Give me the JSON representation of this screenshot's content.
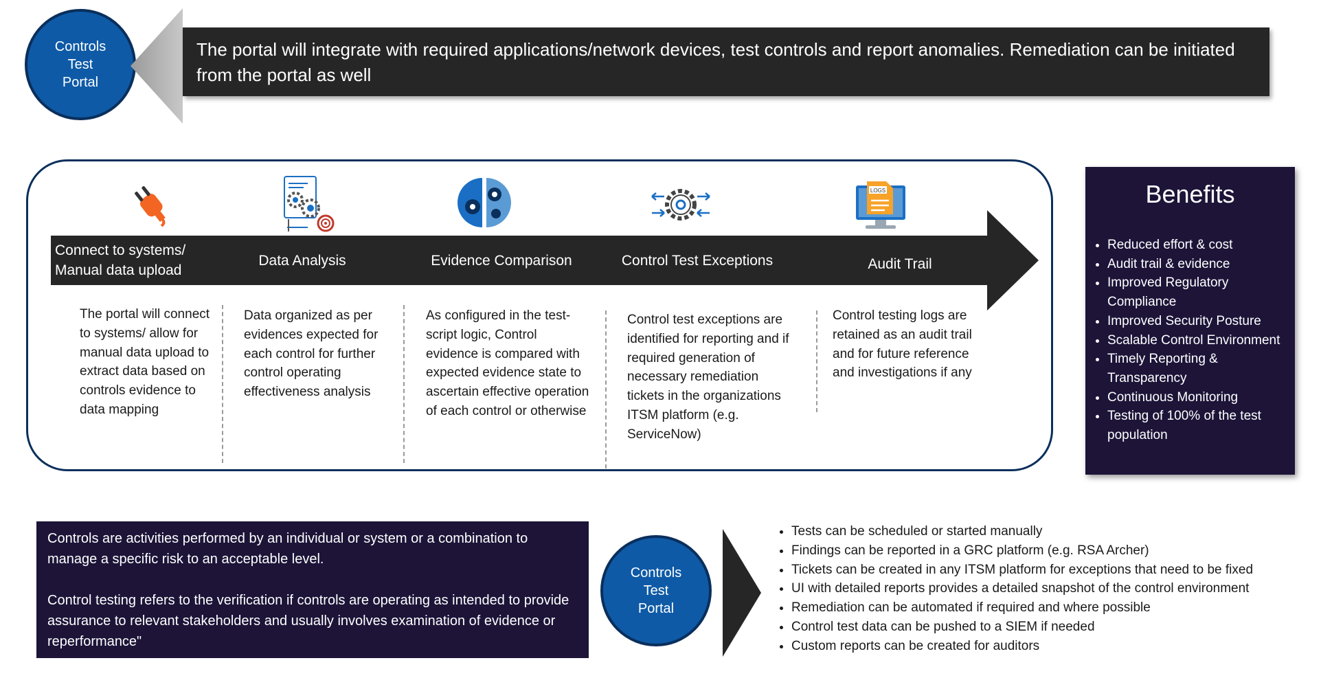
{
  "top": {
    "portal_label": "Controls\nTest\nPortal",
    "banner_text": "The portal will integrate with required applications/network devices, test controls and report anomalies. Remediation can be initiated from the portal as well"
  },
  "process": {
    "steps": [
      {
        "label": "Connect to systems/ Manual data upload",
        "icon": "plug-icon",
        "description": "The portal will connect to systems/ allow for manual data upload to extract data based on controls evidence to data mapping"
      },
      {
        "label": "Data Analysis",
        "icon": "analysis-gears-icon",
        "description": "Data organized as per evidences expected for each control for further control operating effectiveness analysis"
      },
      {
        "label": "Evidence Comparison",
        "icon": "brain-gears-icon",
        "description": "As configured in the test-script logic, Control evidence is compared with expected evidence state to ascertain effective operation of each control or otherwise"
      },
      {
        "label": "Control Test Exceptions",
        "icon": "gear-arrows-icon",
        "description": "Control test exceptions are identified for reporting and if required generation of necessary remediation tickets in the organizations ITSM platform (e.g. ServiceNow)"
      },
      {
        "label": "Audit Trail",
        "icon": "logs-monitor-icon",
        "logs_text": "LOGS",
        "description": "Control testing logs are retained as an audit trail and for future reference and investigations if any"
      }
    ]
  },
  "benefits": {
    "title": "Benefits",
    "items": [
      "Reduced effort & cost",
      "Audit trail & evidence",
      "Improved Regulatory Compliance",
      "Improved Security Posture",
      "Scalable Control Environment",
      "Timely Reporting & Transparency",
      "Continuous Monitoring",
      "Testing of 100% of the test population"
    ]
  },
  "definition": {
    "paragraph1": "Controls are activities performed by an individual or system or a combination to manage a specific risk to an acceptable level.",
    "paragraph2": "Control testing refers to the verification if controls are operating as intended to provide assurance to relevant stakeholders and usually involves examination of evidence or reperformance\""
  },
  "bottom": {
    "portal_label": "Controls\nTest\nPortal",
    "features": [
      "Tests can be scheduled or started manually",
      "Findings can be reported in a GRC platform (e.g. RSA Archer)",
      "Tickets can be created in any ITSM platform for exceptions that need to be fixed",
      "UI with detailed reports provides a detailed snapshot of the control environment",
      "Remediation can be automated if required and where possible",
      "Control test data can be pushed to a SIEM if needed",
      "Custom reports can be created for auditors"
    ]
  },
  "colors": {
    "portal_blue": "#0e5aa6",
    "dark_banner": "#262626",
    "navy_box": "#1d1438",
    "plug_orange": "#f26522",
    "icon_blue": "#1a6fc4"
  }
}
